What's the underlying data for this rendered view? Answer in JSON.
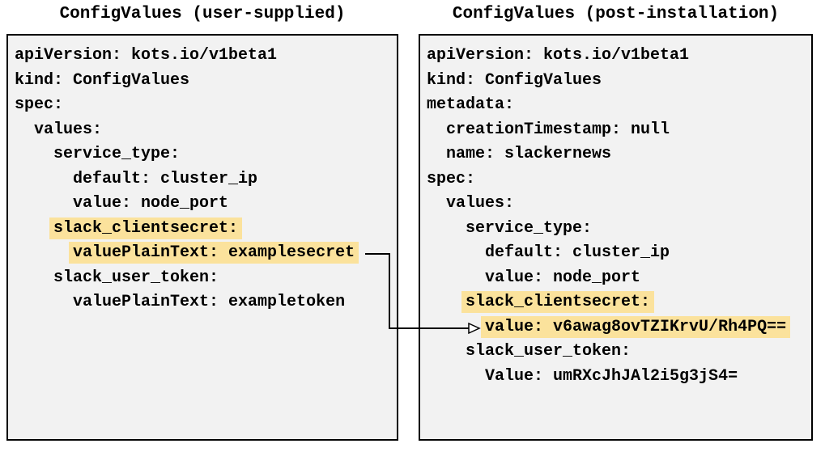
{
  "colors": {
    "highlight": "#fbe29c",
    "panel_bg": "#f2f2f2",
    "panel_border": "#000000",
    "arrow": "#000000"
  },
  "left_panel": {
    "title": "ConfigValues (user-supplied)",
    "lines": [
      {
        "indent": 0,
        "text": "apiVersion: kots.io/v1beta1",
        "highlight": false
      },
      {
        "indent": 0,
        "text": "kind: ConfigValues",
        "highlight": false
      },
      {
        "indent": 0,
        "text": "spec:",
        "highlight": false
      },
      {
        "indent": 2,
        "text": "values:",
        "highlight": false
      },
      {
        "indent": 4,
        "text": "service_type:",
        "highlight": false
      },
      {
        "indent": 6,
        "text": "default: cluster_ip",
        "highlight": false
      },
      {
        "indent": 6,
        "text": "value: node_port",
        "highlight": false
      },
      {
        "indent": 4,
        "text": "slack_clientsecret:",
        "highlight": true
      },
      {
        "indent": 6,
        "text": "valuePlainText: examplesecret",
        "highlight": true
      },
      {
        "indent": 4,
        "text": "slack_user_token:",
        "highlight": false
      },
      {
        "indent": 6,
        "text": "valuePlainText: exampletoken",
        "highlight": false
      }
    ]
  },
  "right_panel": {
    "title": "ConfigValues (post-installation)",
    "lines": [
      {
        "indent": 0,
        "text": "apiVersion: kots.io/v1beta1",
        "highlight": false
      },
      {
        "indent": 0,
        "text": "kind: ConfigValues",
        "highlight": false
      },
      {
        "indent": 0,
        "text": "metadata:",
        "highlight": false
      },
      {
        "indent": 2,
        "text": "creationTimestamp: null",
        "highlight": false
      },
      {
        "indent": 2,
        "text": "name: slackernews",
        "highlight": false
      },
      {
        "indent": 0,
        "text": "spec:",
        "highlight": false
      },
      {
        "indent": 2,
        "text": "values:",
        "highlight": false
      },
      {
        "indent": 4,
        "text": "service_type:",
        "highlight": false
      },
      {
        "indent": 6,
        "text": "default: cluster_ip",
        "highlight": false
      },
      {
        "indent": 6,
        "text": "value: node_port",
        "highlight": false
      },
      {
        "indent": 4,
        "text": "slack_clientsecret:",
        "highlight": true
      },
      {
        "indent": 6,
        "text": "value: v6awag8ovTZIKrvU/Rh4PQ==",
        "highlight": true
      },
      {
        "indent": 4,
        "text": "slack_user_token:",
        "highlight": false
      },
      {
        "indent": 6,
        "text": "Value: umRXcJhJAl2i5g3jS4=",
        "highlight": false
      }
    ]
  },
  "connector": {
    "from_text": "valuePlainText: examplesecret",
    "to_text": "value: v6awag8ovTZIKrvU/Rh4PQ=="
  }
}
